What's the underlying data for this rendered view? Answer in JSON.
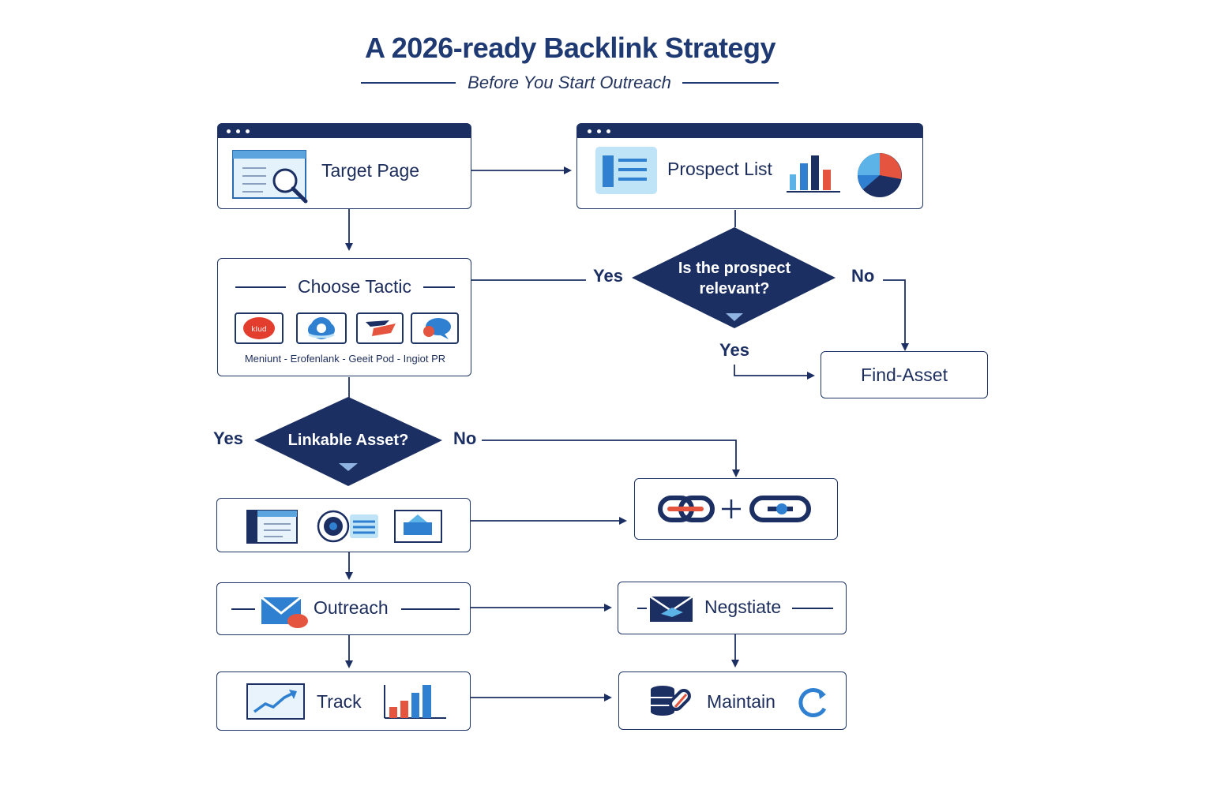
{
  "title": "A 2026-ready Backlink Strategy",
  "subtitle": "Before You Start Outreach",
  "nodes": {
    "target_page": "Target Page",
    "prospect_list": "Prospect List",
    "choose_tactic": "Choose Tactic",
    "relevance_question": "Is the prospect relevant?",
    "find_asset": "Find-Asset",
    "linkable_asset": "Linkable Asset?",
    "outreach": "Outreach",
    "negotiate": "Negstiate",
    "track": "Track",
    "maintain": "Maintain"
  },
  "tactics": {
    "caption": "Meniunt - Erofenlank - Geeit Pod - Ingiot PR",
    "tile1_text": "kIud"
  },
  "edge_labels": {
    "relevant_yes_left": "Yes",
    "relevant_no": "No",
    "relevant_yes_down": "Yes",
    "asset_yes": "Yes",
    "asset_no": "No"
  },
  "colors": {
    "navy": "#1c2f63",
    "accent_blue": "#2f80d0",
    "light_blue": "#bfe3f7",
    "red": "#e4543f"
  },
  "icons": {
    "target_page": "browser-search-icon",
    "prospect_list": "list-document-icon",
    "outreach": "envelope-icon",
    "negotiate": "envelope-handshake-icon",
    "track": "trend-chart-icon",
    "maintain": "database-link-icon",
    "link_building": "chain-link-icon"
  }
}
